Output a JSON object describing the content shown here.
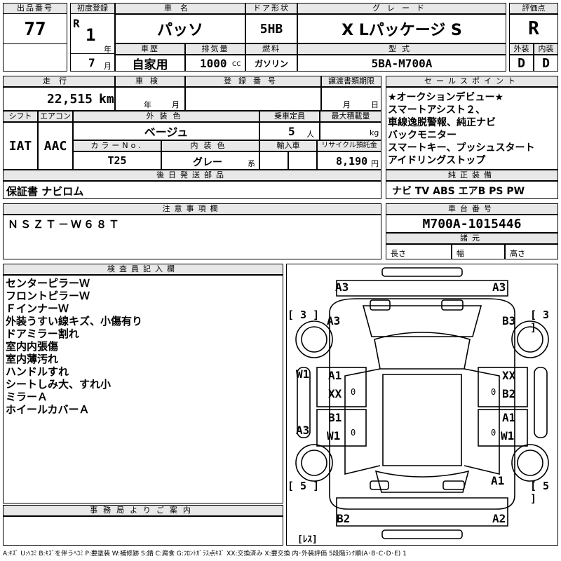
{
  "header": {
    "lot_no_label": "出品番号",
    "lot_no": "77",
    "first_reg_label": "初度登録",
    "era": "R",
    "year": "1",
    "year_unit": "年",
    "month": "7",
    "month_unit": "月",
    "car_name_label": "車名",
    "car_name": "パッソ",
    "history_label": "車歴",
    "history": "自家用",
    "displacement_label": "排気量",
    "displacement": "1000",
    "displacement_unit": "CC",
    "door_label": "ドア形状",
    "door": "5HB",
    "fuel_label": "燃料",
    "fuel": "ガソリン",
    "grade_label": "グレード",
    "grade": "X Lパッケージ S",
    "model_label": "型式",
    "model": "5BA-M700A",
    "score_label": "評価点",
    "score": "R",
    "exterior_label": "外装",
    "exterior": "D",
    "interior_label": "内装",
    "interior": "D"
  },
  "row2": {
    "mileage_label": "走行",
    "mileage": "22,515",
    "mileage_unit": "km",
    "inspection_label": "車検",
    "inspection_year": "年",
    "inspection_month": "月",
    "reg_no_label": "登録番号",
    "transfer_label": "譲渡書類期限",
    "transfer_month": "月",
    "transfer_day": "日"
  },
  "row3": {
    "shift_label": "シフト",
    "shift": "IAT",
    "ac_label": "エアコン",
    "ac": "AAC",
    "ext_color_label": "外装色",
    "ext_color": "ベージュ",
    "capacity_label": "乗車定員",
    "capacity": "5",
    "capacity_unit": "人",
    "max_load_label": "最大積載量",
    "max_load_unit": "kg",
    "color_no_label": "カラーNo.",
    "color_no": "T25",
    "int_color_label": "内装色",
    "int_color": "グレー",
    "int_color_unit": "系",
    "import_label": "輸入車",
    "recycle_label": "リサイクル預託金",
    "recycle": "8,190",
    "recycle_unit": "円"
  },
  "later_parts": {
    "label": "後日発送部品",
    "value": "保証書 ナビロム"
  },
  "sales_points": {
    "label": "セールスポイント",
    "lines": [
      "★オークションデビュー★",
      "スマートアシスト２、",
      "車線逸脱警報、純正ナビ",
      "バックモニター",
      "スマートキー、プッシュスタート",
      "アイドリングストップ"
    ]
  },
  "equipment": {
    "label": "純正装備",
    "value": "ナビ TV ABS エアB PS PW"
  },
  "notes": {
    "label": "注意事項欄",
    "value": "ＮＳＺＴ－Ｗ６８Ｔ"
  },
  "chassis": {
    "label": "車台番号",
    "value": "M700A-1015446",
    "dims_label": "諸元",
    "length_label": "長さ",
    "width_label": "幅",
    "height_label": "高さ"
  },
  "inspector": {
    "label": "検査員記入欄",
    "lines": [
      "センターピラーＷ",
      "フロントピラーＷ",
      "ＦインナーＷ",
      "外装うすい線キズ、小傷有り",
      "ドアミラー割れ",
      "室内内張傷",
      "室内薄汚れ",
      "ハンドルすれ",
      "シートしみ大、すれ小",
      "ミラーＡ",
      "ホイールカバーＡ"
    ]
  },
  "office": {
    "label": "事務局よりご案内"
  },
  "diagram": {
    "marks": {
      "front_left_bumper": "A3",
      "front_right_bumper": "A3",
      "tire_fl": "[ 3 ]",
      "tire_fr": "[ 3 ]",
      "fender_fl": "A3",
      "fender_fr": "B3",
      "pillar_left": "W1",
      "door_fl_1": "A1",
      "door_fl_2": "XX",
      "door_fr_1": "XX",
      "door_fr_2": "B2",
      "door_rl_1": "B1",
      "door_rl_2": "W1",
      "door_rr_1": "A1",
      "door_rr_2": "W1",
      "quarter_left": "A3",
      "rear_right": "A1",
      "tire_rl": "[ 5 ]",
      "tire_rr": "[ 5 ]",
      "rear_bumper_left": "B2",
      "rear_bumper_right": "A2",
      "less": "[ﾚｽ]",
      "zero1": "0",
      "zero2": "0",
      "zero3": "0",
      "zero4": "0"
    }
  },
  "legend": "A:ｷｽﾞ U:ﾍｺﾐ B:ｷｽﾞを伴うﾍｺﾐ P:要塗装 W:補修跡 S:錆 C:腐食 G:ﾌﾛﾝﾄｶﾞﾗｽ点ｷｽﾞ XX:交換済み X:要交換 内･外装評価 5段階ﾗﾝｸ順(A･B･C･D･E) 1"
}
